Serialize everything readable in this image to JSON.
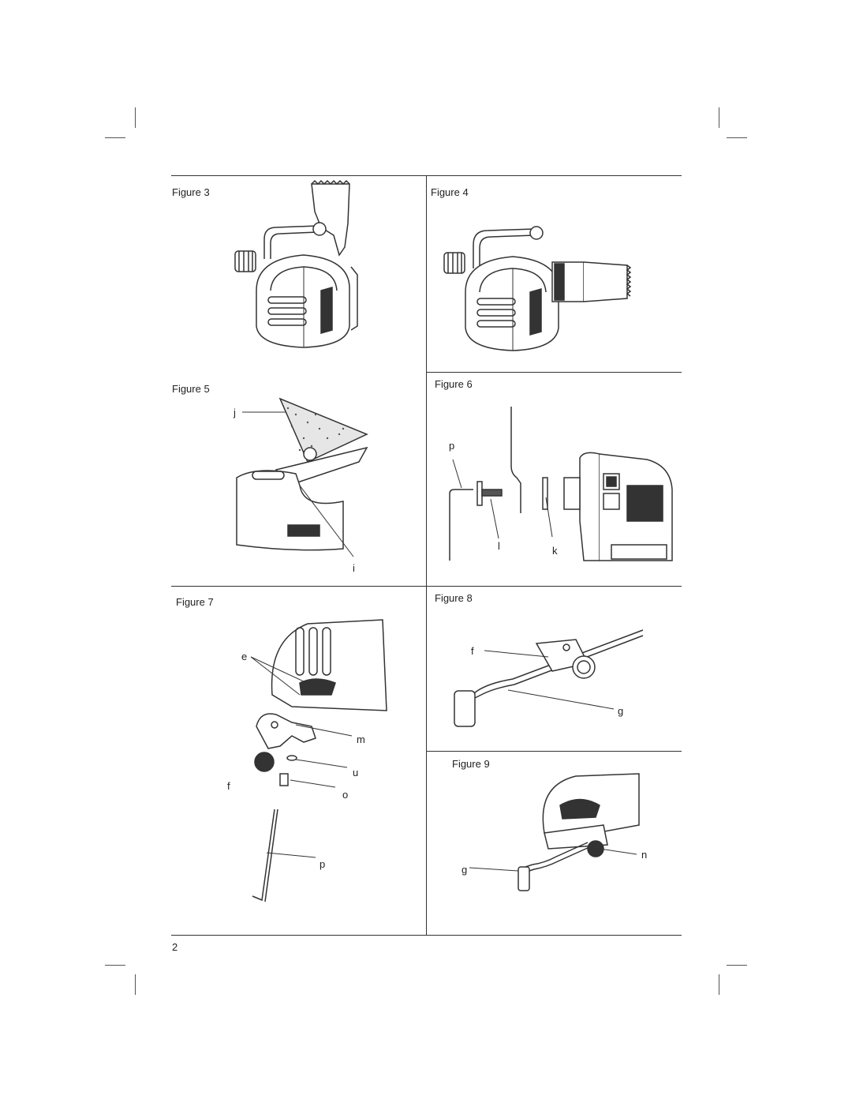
{
  "figures": {
    "f3": {
      "label": "Figure 3"
    },
    "f4": {
      "label": "Figure 4"
    },
    "f5": {
      "label": "Figure 5",
      "callouts": [
        "j",
        "i"
      ]
    },
    "f6": {
      "label": "Figure 6",
      "callouts": [
        "p",
        "l",
        "k"
      ]
    },
    "f7": {
      "label": "Figure 7",
      "callouts": [
        "e",
        "m",
        "u",
        "f",
        "o",
        "p"
      ]
    },
    "f8": {
      "label": "Figure 8",
      "callouts": [
        "f",
        "g"
      ]
    },
    "f9": {
      "label": "Figure 9",
      "callouts": [
        "n",
        "g"
      ]
    }
  },
  "page_number": "2",
  "colors": {
    "line": "#333333",
    "ink": "#222222",
    "fill_light": "#e6e6e6",
    "fill_dark": "#333333"
  }
}
